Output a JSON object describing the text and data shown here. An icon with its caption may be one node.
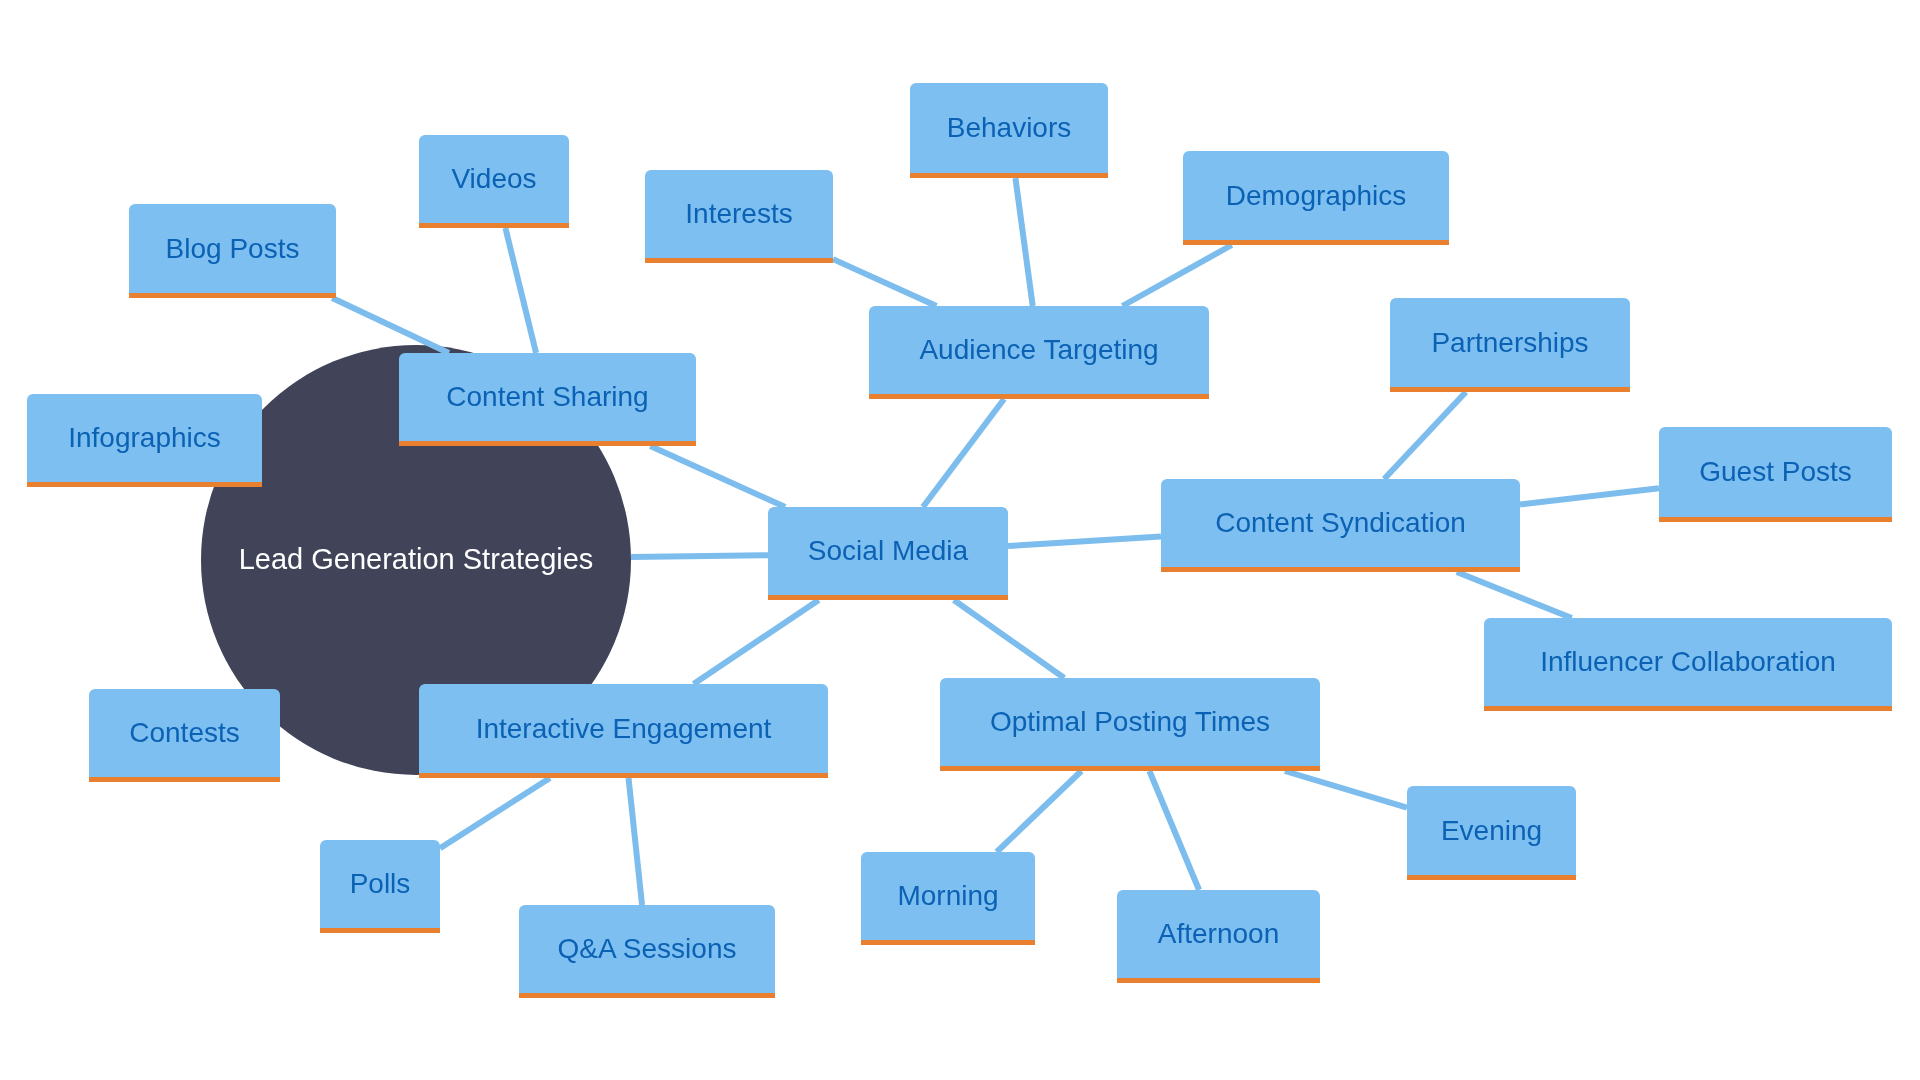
{
  "diagram": {
    "nodes": [
      {
        "text": [
          "Lead Generation Strategies"
        ]
      },
      {
        "text": [
          "Social Media"
        ]
      },
      {
        "text": [
          "Content Sharing"
        ]
      },
      {
        "text": [
          "Videos"
        ]
      },
      {
        "text": [
          "Blog Posts"
        ]
      },
      {
        "text": [
          "Infographics"
        ]
      },
      {
        "text": [
          "Audience Targeting"
        ]
      },
      {
        "text": [
          "Interests"
        ]
      },
      {
        "text": [
          "Behaviors"
        ]
      },
      {
        "text": [
          "Demographics"
        ]
      },
      {
        "text": [
          "Content Syndication"
        ]
      },
      {
        "text": [
          "Partnerships"
        ]
      },
      {
        "text": [
          "Guest Posts"
        ]
      },
      {
        "text": [
          "Influencer Collaboration"
        ]
      },
      {
        "text": [
          "Optimal Posting Times"
        ]
      },
      {
        "text": [
          "Morning"
        ]
      },
      {
        "text": [
          "Afternoon"
        ]
      },
      {
        "text": [
          "Evening"
        ]
      },
      {
        "text": [
          "Interactive Engagement"
        ]
      },
      {
        "text": [
          "Contests"
        ]
      },
      {
        "text": [
          "Polls"
        ]
      },
      {
        "text": [
          "Q&A Sessions"
        ]
      }
    ],
    "edges": [
      {
        "from": 0,
        "to": 1,
        "arrow": "none"
      },
      {
        "from": 1,
        "to": 2,
        "arrow": "none"
      },
      {
        "from": 2,
        "to": 3,
        "arrow": "none"
      },
      {
        "from": 2,
        "to": 4,
        "arrow": "none"
      },
      {
        "from": 1,
        "to": 6,
        "arrow": "none"
      },
      {
        "from": 6,
        "to": 7,
        "arrow": "none"
      },
      {
        "from": 6,
        "to": 8,
        "arrow": "none"
      },
      {
        "from": 6,
        "to": 9,
        "arrow": "none"
      },
      {
        "from": 1,
        "to": 10,
        "arrow": "none"
      },
      {
        "from": 10,
        "to": 11,
        "arrow": "none"
      },
      {
        "from": 10,
        "to": 12,
        "arrow": "none"
      },
      {
        "from": 10,
        "to": 13,
        "arrow": "none"
      },
      {
        "from": 1,
        "to": 14,
        "arrow": "none"
      },
      {
        "from": 14,
        "to": 15,
        "arrow": "none"
      },
      {
        "from": 14,
        "to": 16,
        "arrow": "none"
      },
      {
        "from": 14,
        "to": 17,
        "arrow": "none"
      },
      {
        "from": 1,
        "to": 18,
        "arrow": "none"
      },
      {
        "from": 18,
        "to": 20,
        "arrow": "none"
      },
      {
        "from": 18,
        "to": 21,
        "arrow": "none"
      }
    ]
  }
}
